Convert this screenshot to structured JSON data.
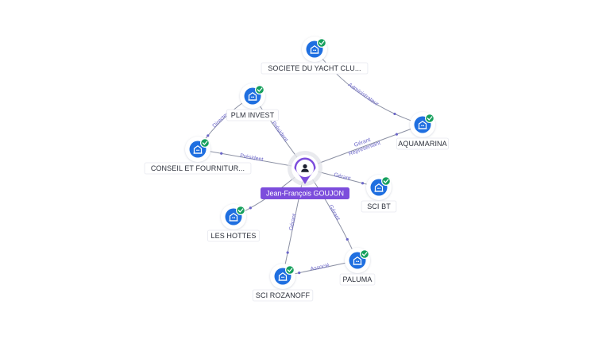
{
  "colors": {
    "company_fill": "#1f6fe0",
    "check_fill": "#16a05d",
    "center_fill": "#7c4ddc",
    "edge": "#8b90a3",
    "edge_label": "#6c67c9"
  },
  "center": {
    "name": "Jean-François GOUJON",
    "icon": "person-icon"
  },
  "nodes": [
    {
      "id": "yacht",
      "label": "SOCIETE DU YACHT CLU...",
      "icon": "building-icon",
      "badge": "check-icon"
    },
    {
      "id": "plm",
      "label": "PLM INVEST",
      "icon": "building-icon",
      "badge": "check-icon"
    },
    {
      "id": "conseil",
      "label": "CONSEIL ET FOURNITUR...",
      "icon": "building-icon",
      "badge": "check-icon"
    },
    {
      "id": "aquamarina",
      "label": "AQUAMARINA",
      "icon": "building-icon",
      "badge": "check-icon"
    },
    {
      "id": "scibt",
      "label": "SCI BT",
      "icon": "building-icon",
      "badge": "check-icon"
    },
    {
      "id": "hottes",
      "label": "LES HOTTES",
      "icon": "building-icon",
      "badge": "check-icon"
    },
    {
      "id": "rozanoff",
      "label": "SCI ROZANOFF",
      "icon": "building-icon",
      "badge": "check-icon"
    },
    {
      "id": "paluma",
      "label": "PALUMA",
      "icon": "building-icon",
      "badge": "check-icon"
    }
  ],
  "edges": [
    {
      "from": "center",
      "to": "plm",
      "label": "Président"
    },
    {
      "from": "center",
      "to": "conseil",
      "label": "Président"
    },
    {
      "from": "center",
      "to": "aquamarina",
      "label": "Gérant\nReprésentant"
    },
    {
      "from": "center",
      "to": "scibt",
      "label": "Gérant"
    },
    {
      "from": "center",
      "to": "hottes",
      "label": ""
    },
    {
      "from": "center",
      "to": "rozanoff",
      "label": "Gérant"
    },
    {
      "from": "center",
      "to": "paluma",
      "label": "Gérant"
    },
    {
      "from": "yacht",
      "to": "aquamarina",
      "label": "Administrateur"
    },
    {
      "from": "plm",
      "to": "conseil",
      "label": "Directeur"
    },
    {
      "from": "paluma",
      "to": "rozanoff",
      "label": "Associé"
    }
  ]
}
